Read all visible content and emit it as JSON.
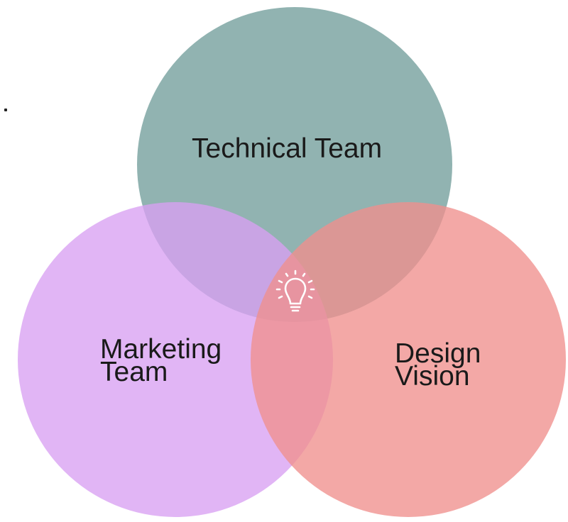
{
  "diagram": {
    "type": "venn",
    "circles": [
      {
        "id": "technical",
        "label": "Technical Team",
        "color": "#82a8a6"
      },
      {
        "id": "marketing",
        "label_lines": [
          "Marketing",
          "Team"
        ],
        "color": "#dca6f3"
      },
      {
        "id": "design",
        "label_lines": [
          "Design",
          "Vision"
        ],
        "color": "#f29896"
      }
    ],
    "center_icon": {
      "name": "lightbulb-icon",
      "color": "#ffffff"
    }
  }
}
